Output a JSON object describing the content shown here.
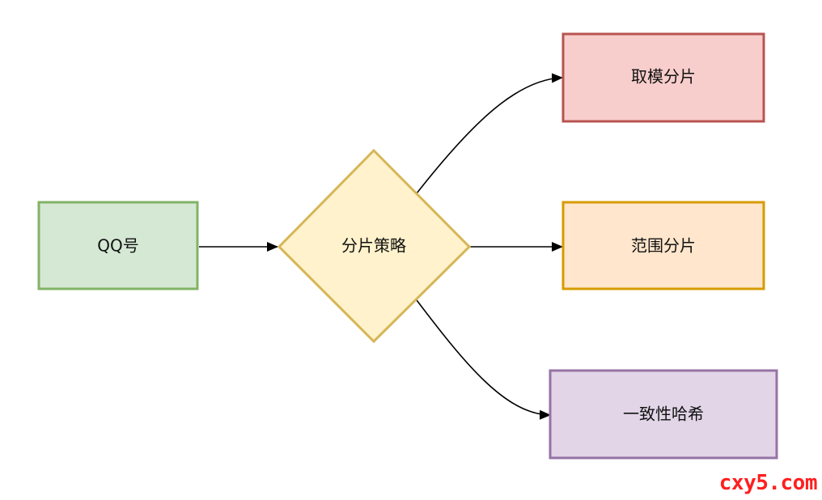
{
  "nodes": {
    "source": {
      "label": "QQ号",
      "fill": "#d5e8d4",
      "stroke": "#82b366"
    },
    "decision": {
      "label": "分片策略",
      "fill": "#fff2cc",
      "stroke": "#d6b656"
    },
    "modulo": {
      "label": "取模分片",
      "fill": "#f8cecc",
      "stroke": "#b85450"
    },
    "range": {
      "label": "范围分片",
      "fill": "#ffe6cc",
      "stroke": "#d79b00"
    },
    "consistent": {
      "label": "一致性哈希",
      "fill": "#e1d5e7",
      "stroke": "#9673a6"
    }
  },
  "edges": [
    {
      "from": "source",
      "to": "decision"
    },
    {
      "from": "decision",
      "to": "modulo"
    },
    {
      "from": "decision",
      "to": "range"
    },
    {
      "from": "decision",
      "to": "consistent"
    }
  ],
  "watermark": "cxy5.com"
}
